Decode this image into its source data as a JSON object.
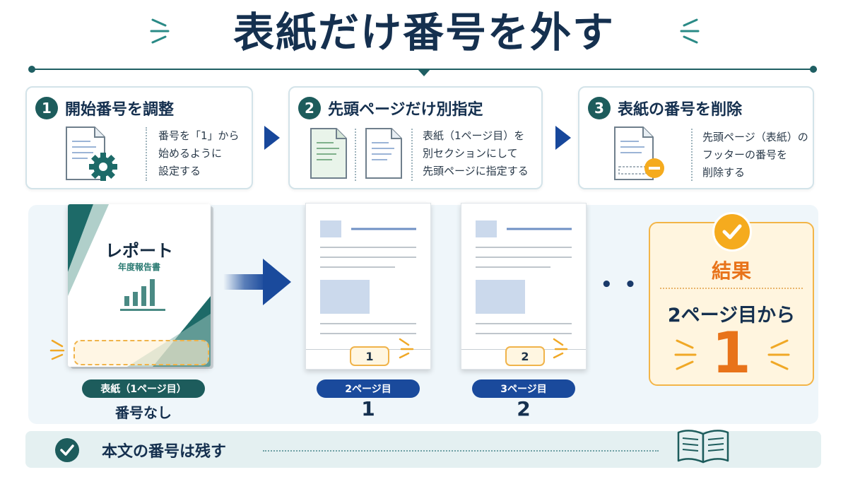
{
  "title": "表紙だけ番号を外す",
  "steps": [
    {
      "num": "1",
      "title": "開始番号を調整",
      "desc": "番号を「1」から\n始めるように\n設定する"
    },
    {
      "num": "2",
      "title": "先頭ページだけ別指定",
      "desc": "表紙（1ページ目）を\n別セクションにして\n先頭ページに指定する"
    },
    {
      "num": "3",
      "title": "表紙の番号を削除",
      "desc": "先頭ページ（表紙）の\nフッターの番号を\n削除する"
    }
  ],
  "cover": {
    "title": "レポート",
    "subtitle": "年度報告書",
    "pill": "表紙（1ページ目）",
    "caption": "番号なし"
  },
  "pages": [
    {
      "footer_number": "1",
      "pill": "2ページ目",
      "caption": "1"
    },
    {
      "footer_number": "2",
      "pill": "3ページ目",
      "caption": "2"
    }
  ],
  "ellipsis": "• • •",
  "result": {
    "title": "結果",
    "subtitle": "2ページ目から",
    "big": "1"
  },
  "bottom": {
    "text": "本文の番号は残す"
  },
  "colors": {
    "navy": "#15304f",
    "teal": "#1d5c5c",
    "blue": "#1a4a9c",
    "orange": "#e8731a",
    "amber": "#f5ab1e"
  }
}
